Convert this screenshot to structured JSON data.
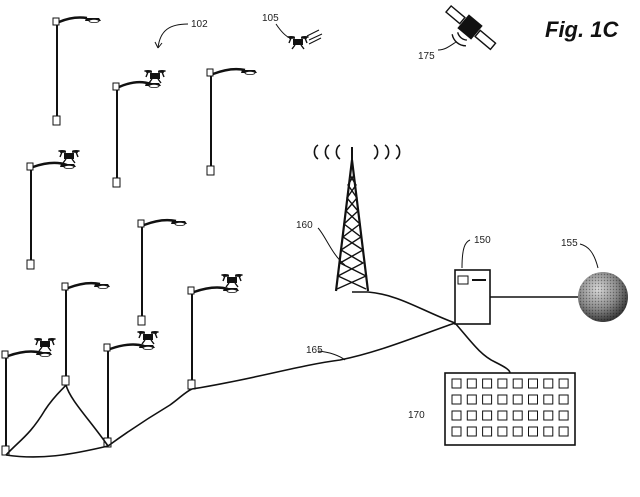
{
  "figure": {
    "title": "Fig. 1C",
    "labels": {
      "streetlights": "102",
      "drone": "105",
      "tower": "160",
      "cable": "165",
      "satellite": "175",
      "server": "150",
      "globe": "155",
      "keyboard": "170"
    }
  }
}
